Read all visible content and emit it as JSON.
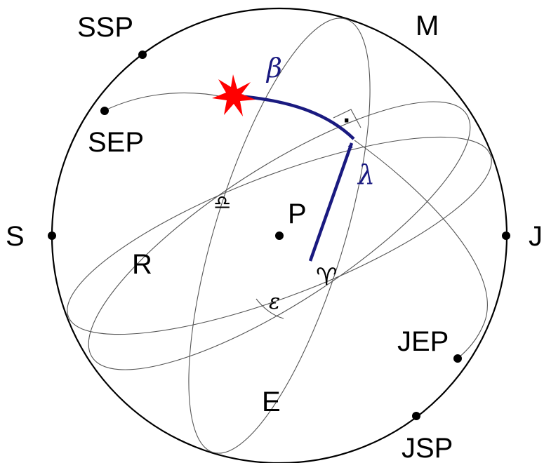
{
  "labels": {
    "ssp": "SSP",
    "m": "M",
    "sep": "SEP",
    "s": "S",
    "j": "J",
    "p": "P",
    "r": "R",
    "jep": "JEP",
    "e": "E",
    "jsp": "JSP",
    "beta": "β",
    "lambda": "λ",
    "epsilon": "ε",
    "aries": "♈",
    "libra": "♎",
    "right_angle_dot": "·"
  },
  "colors": {
    "coordinate_arrows": "#1a1a80",
    "star": "#ff0000",
    "thin_lines": "#555555",
    "outline": "#000000"
  },
  "icons": {
    "star": "red-star-icon"
  }
}
